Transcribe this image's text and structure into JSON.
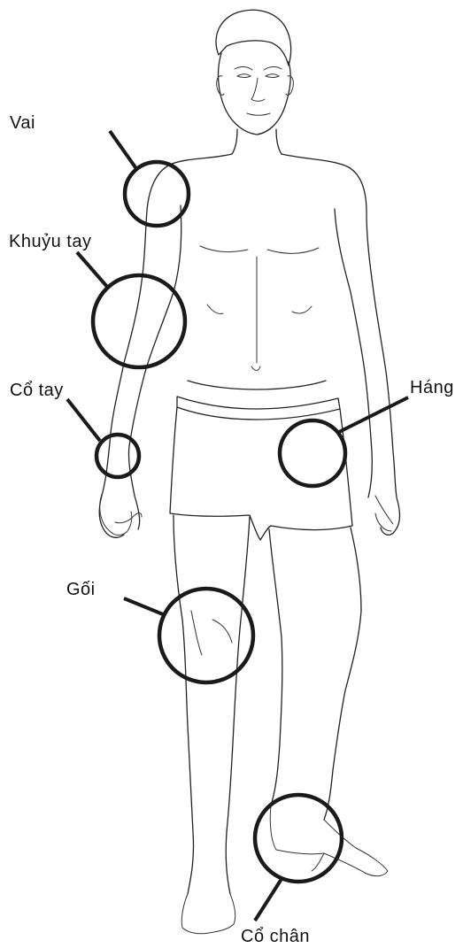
{
  "joints": [
    {
      "id": "shoulder",
      "label": "Vai"
    },
    {
      "id": "elbow",
      "label": "Khuỷu tay"
    },
    {
      "id": "wrist",
      "label": "Cổ tay"
    },
    {
      "id": "hip",
      "label": "Háng"
    },
    {
      "id": "knee",
      "label": "Gối"
    },
    {
      "id": "ankle",
      "label": "Cổ chân"
    }
  ],
  "colors": {
    "ink": "#1a1a1a",
    "background": "#ffffff"
  }
}
